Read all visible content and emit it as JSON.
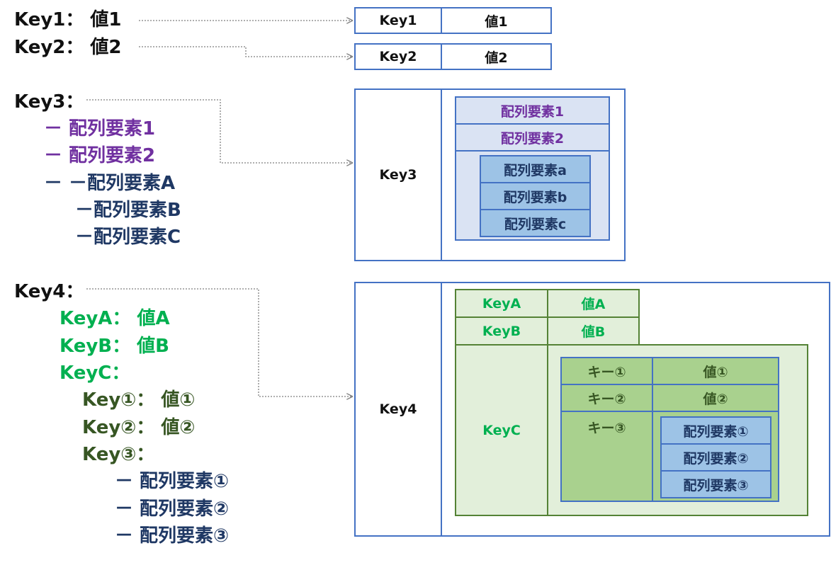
{
  "left": {
    "line1": "Key1： 値1",
    "line2": "Key2： 値2",
    "key3": "Key3：",
    "key3_items": [
      "－ 配列要素1",
      "－ 配列要素2",
      "－ －配列要素A",
      "－配列要素B",
      "－配列要素C"
    ],
    "key4": "Key4：",
    "key4_items": [
      "KeyA： 値A",
      "KeyB： 値B",
      "KeyC："
    ],
    "keyc_items": [
      "Key①： 値①",
      "Key②： 値②",
      "Key③："
    ],
    "key3c_items": [
      "－ 配列要素①",
      "－ 配列要素②",
      "－ 配列要素③"
    ]
  },
  "table1": {
    "key": "Key1",
    "val": "値1"
  },
  "table2": {
    "key": "Key2",
    "val": "値2"
  },
  "table3": {
    "key": "Key3",
    "items": [
      "配列要素1",
      "配列要素2"
    ],
    "sub_items": [
      "配列要素a",
      "配列要素b",
      "配列要素c"
    ]
  },
  "table4": {
    "key": "Key4",
    "rows": [
      {
        "key": "KeyA",
        "val": "値A"
      },
      {
        "key": "KeyB",
        "val": "値B"
      }
    ],
    "keyc": "KeyC",
    "inner_rows": [
      {
        "key": "キー①",
        "val": "値①"
      },
      {
        "key": "キー②",
        "val": "値②"
      }
    ],
    "key3": "キー③",
    "array_items": [
      "配列要素①",
      "配列要素②",
      "配列要素③"
    ]
  },
  "colors": {
    "table_border": "#4472c4",
    "light_blue": "#dae3f3",
    "mid_blue": "#9dc3e6",
    "light_green": "#e2efda",
    "mid_green": "#a9d18e",
    "green_border": "#548235",
    "connector": "#7f7f7f"
  }
}
